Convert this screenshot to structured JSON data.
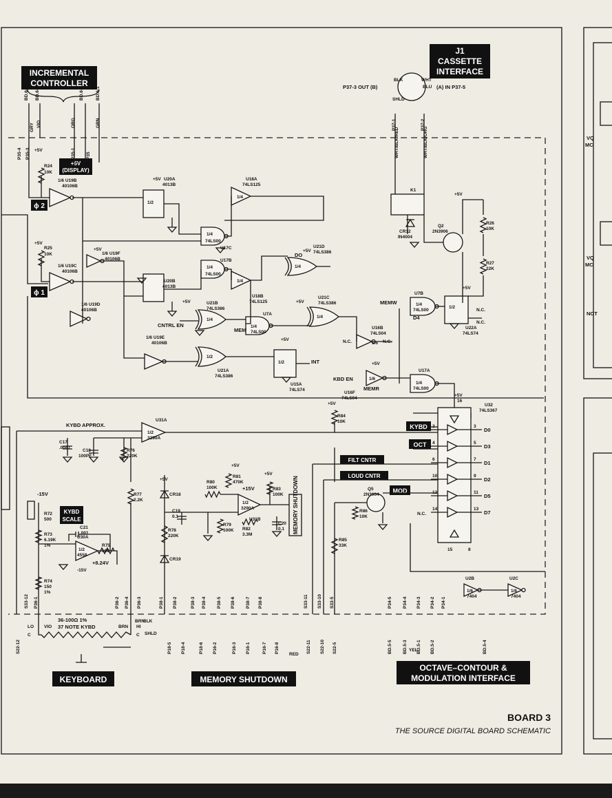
{
  "board_title": "BOARD 3",
  "board_subtitle": "THE SOURCE DIGITAL BOARD SCHEMATIC",
  "top_labels": {
    "incremental_line1": "INCREMENTAL",
    "incremental_line2": "CONTROLLER",
    "j1_line1": "J1",
    "j1_line2": "CASSETTE",
    "j1_line3": "INTERFACE",
    "p37_3_out": "P37-3 OUT (B)",
    "a_in": "(A) IN  P37-5",
    "display_5v_line1": "+5V",
    "display_5v_line2": "(DISPLAY)"
  },
  "bottom_labels": {
    "keyboard": "KEYBOARD",
    "memory_shutdown": "MEMORY SHUTDOWN",
    "octave_line1": "OCTAVE–CONTOUR &",
    "octave_line2": "MODULATION INTERFACE",
    "kybd_note_line1": "36-100Ω 1%",
    "kybd_note_line2": "37 NOTE KYBD"
  },
  "signal_boxes": {
    "kybd": "KYBD",
    "oct": "OCT",
    "filt_cntr": "FILT CNTR",
    "loud_cntr": "LOUD CNTR",
    "mod": "MOD",
    "kybd_scale_line1": "KYBD",
    "kybd_scale_line2": "SCALE",
    "memory_shutdown_v": "MEMORY SHUTDOWN",
    "phi2": "ϕ 2",
    "phi1": "ϕ 1"
  },
  "misc_text": {
    "kybd_approx": "KYBD APPROX.",
    "not_partial": "NOT",
    "cntrl_en": "CNTRL EN",
    "memr1": "MEMR",
    "memr2": "MEMR",
    "memw": "MEMW",
    "kbd_en": "KBD EN",
    "int": "INT",
    "nc": "N.C.",
    "do_label": "DO",
    "d4_label": "D4",
    "plus5v": "+5V",
    "minus15v": "-15V",
    "plus15v": "+15V",
    "v824": "+8.24V",
    "vq_1": "VQ",
    "mc_1": "MC",
    "vq_2": "VQ",
    "mc_2": "MC"
  },
  "components": {
    "r24": "R24",
    "r24_v": "10K",
    "r25": "R25",
    "r25_v": "10K",
    "u19b": "1/6 U19B",
    "u19b_p": "40106B",
    "u19c": "1/6 U19C",
    "u19c_p": "40106B",
    "u19d": "1/6 U19D",
    "u19d_p": "40106B",
    "u19e": "1/6 U19E",
    "u19e_p": "40106B",
    "u19f": "1/6 U19F",
    "u19f_p": "40106B",
    "u20a": "U20A",
    "u20a_p": "4013B",
    "u20b": "U20B",
    "u20b_p": "4013B",
    "u18a": "U18A",
    "u18a_p": "74LS125",
    "u18b": "U18B",
    "u18b_p": "74LS125",
    "u17c": "U17C",
    "u17b": "U17B",
    "u21d": "U21D",
    "u21d_p": "74LS386",
    "u21b": "U21B",
    "u21b_p": "74LS386",
    "u21c": "U21C",
    "u21c_p": "74LS386",
    "u21a": "U21A",
    "u21a_p": "74LS386",
    "u7a": "U7A",
    "u7b": "U7B",
    "u15a": "U15A",
    "u15a_p": "74LS74",
    "u16b": "U16B",
    "u16b_p": "74LS04",
    "u16f": "U16F",
    "u16f_p": "74LS04",
    "u17a": "U17A",
    "u22a": "U22A",
    "u22a_p": "74LS74",
    "k1": "K1",
    "cr12": "CR12",
    "cr12_p": "IN4004",
    "q2": "Q2",
    "q2_p": "2N3906",
    "r26": "R26",
    "r26_v": "10K",
    "r27": "R27",
    "r27_v": "22K",
    "u32": "U32",
    "u32_p": "74LS367",
    "r84": "R84",
    "r84_v": "10K",
    "u31a": "U31A",
    "u31a_p": "3290A",
    "c17": "C17",
    "c17_v": ".0047",
    "c18": "C18",
    "c18_v": "100PF",
    "r76": "R76",
    "r76_v": "220K",
    "r77": "R77",
    "r77_v": "2.2K",
    "r72": "R72",
    "r72_v": "500",
    "r73": "R73",
    "r73_v": "6.19K",
    "r73_t": "1%",
    "r74": "R74",
    "r74_v": "150",
    "r74_t": "1%",
    "r75": "R75",
    "r75_v": "100",
    "c21": "C21",
    "c21_v": ".001",
    "u30a": "U30A",
    "u30a_p": "4558",
    "cr18": "CR18",
    "cr19": "CR19",
    "r78": "R78",
    "r78_v": "220K",
    "c19": "C19",
    "c19_v": "0.1",
    "r79": "R79",
    "r79_v": "100K",
    "r80": "R80",
    "r80_v": "100K",
    "r81": "R81",
    "r81_v": "470K",
    "r82": "R82",
    "r82_v": "3.3M",
    "r83": "R83",
    "r83_v": "100K",
    "c20": "C20",
    "c20_v": "0.1",
    "u31b": "U31B",
    "u31b_p": "3290A",
    "q5": "Q5",
    "q5_p": "2N3904",
    "r86": "R86",
    "r86_v": "10K",
    "r85": "R85",
    "r85_v": "33K",
    "u2b": "U2B",
    "u2c": "U2C",
    "quarter": "1/4",
    "ls00": "74LS00",
    "sixth": "1/6",
    "ls04": "74LS04",
    "half": "1/2",
    "ic7404": "7404"
  },
  "u32_outputs": [
    "D0",
    "D3",
    "D1",
    "D2",
    "D5",
    "D7"
  ],
  "top_connectors": [
    "P35-4",
    "P35-3",
    "BD.6-2",
    "BD.6-3",
    "P35-1",
    "BD.6-4",
    "P35",
    "BD.6-1",
    "P37-1",
    "P37-2"
  ],
  "bottom_connectors": [
    "S33-12",
    "S22-12",
    "P36-1",
    "P36-2",
    "P36-3",
    "P36-4",
    "P38-1",
    "P38-2",
    "P38-3",
    "P38-4",
    "P38-5",
    "P38-6",
    "P38-7",
    "P38-8",
    "P18-5",
    "P18-4",
    "P18-6",
    "P16-2",
    "P16-3",
    "P16-1",
    "P16-7",
    "P16-8",
    "S33-11",
    "S33-10",
    "S33-5",
    "S22-11",
    "S22-10",
    "S22-5",
    "P34-5",
    "P34-4",
    "P34-3",
    "P34-2",
    "P34-1",
    "BD.5-5",
    "BD.5-3",
    "BD.5-1",
    "BD.5-2",
    "BD.5-4"
  ],
  "wire_colors": [
    "GRY",
    "VIO",
    "ORG",
    "GRN",
    "WHT/BLK/RED",
    "WHT/BLK/ORG",
    "BLK",
    "WHT",
    "BLU",
    "SHLD",
    "RED",
    "YEL",
    "BRN"
  ],
  "keyboard_contacts": [
    "LO",
    "C",
    "HI",
    "C",
    "VIO",
    "BRN",
    "BLK",
    "SHLD"
  ]
}
